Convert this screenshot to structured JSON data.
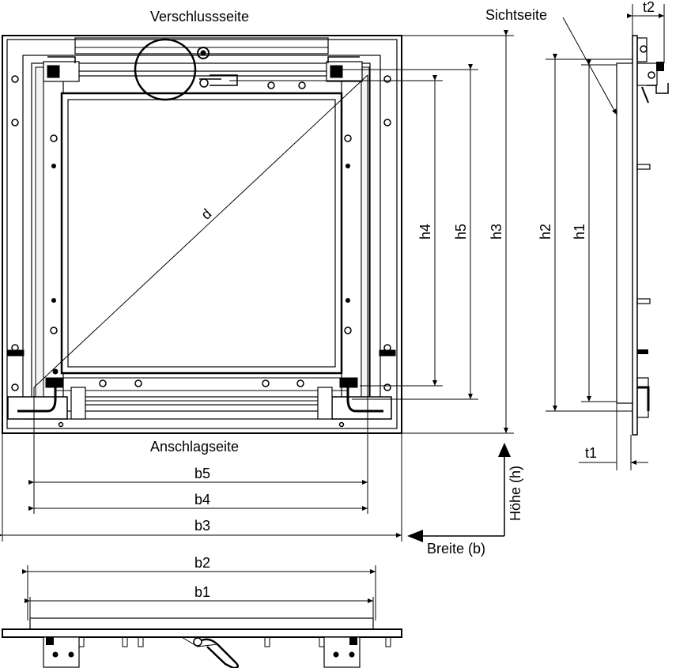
{
  "labels": {
    "locking_side": "Verschlussseite",
    "hinge_side": "Anschlagseite",
    "visible_side": "Sichtseite",
    "height": "Höhe (h)",
    "width": "Breite (b)"
  },
  "dimensions": {
    "d": "d",
    "b1": "b1",
    "b2": "b2",
    "b3": "b3",
    "b4": "b4",
    "b5": "b5",
    "h1": "h1",
    "h2": "h2",
    "h3": "h3",
    "h4": "h4",
    "h5": "h5",
    "t1": "t1",
    "t2": "t2"
  }
}
